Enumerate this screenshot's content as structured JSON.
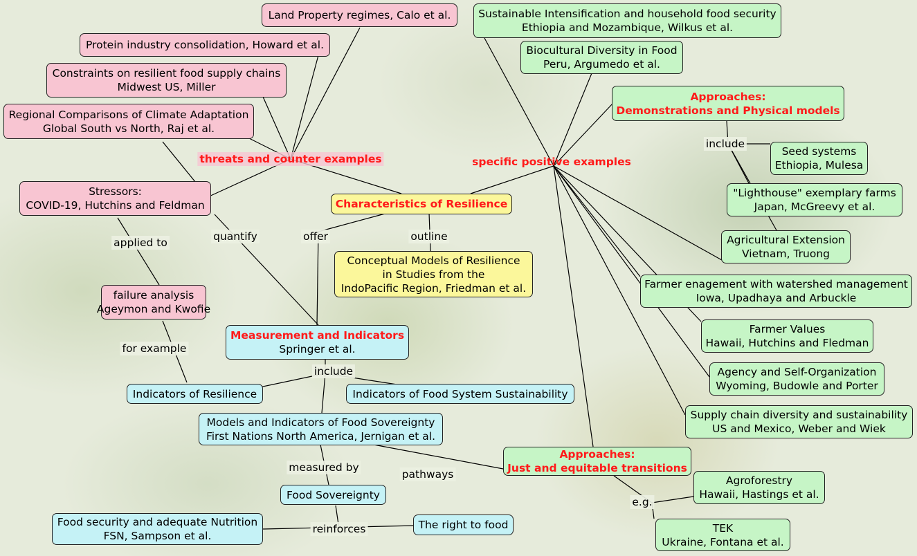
{
  "nodes": {
    "center": "Characteristics of Resilience",
    "land": "Land Property regimes, Calo et al.",
    "protein": "Protein industry consolidation, Howard et al.",
    "constraints": [
      "Constraints on resilient food supply chains",
      "Midwest US, Miller"
    ],
    "regional": [
      "Regional Comparisons of Climate Adaptation",
      "Global South vs North, Raj et al."
    ],
    "stressors": [
      "Stressors:",
      "COVID-19, Hutchins and Feldman"
    ],
    "failure": [
      "failure analysis",
      "Ageymon and Kwofie"
    ],
    "conceptual": [
      "Conceptual Models of Resilience",
      "in Studies from the",
      "IndoPacific Region, Friedman et al."
    ],
    "measurement": [
      "Measurement and Indicators",
      "Springer et al."
    ],
    "ind_res": "Indicators of Resilience",
    "ind_sus": "Indicators of Food System Sustainability",
    "models_fs": [
      "Models and Indicators of Food Sovereignty",
      "First Nations North America, Jernigan et al."
    ],
    "food_sov": "Food Sovereignty",
    "fsn": [
      "Food security and adequate Nutrition",
      "FSN, Sampson et al."
    ],
    "right_food": "The right to food",
    "sust_int": [
      "Sustainable Intensification and household food security",
      "Ethiopia and Mozambique, Wilkus et al."
    ],
    "biocult": [
      "Biocultural Diversity in Food",
      "Peru, Argumedo et al."
    ],
    "demos": [
      "Approaches:",
      "Demonstrations and Physical models"
    ],
    "seed": [
      "Seed systems",
      "Ethiopia, Mulesa"
    ],
    "lighthouse": [
      "\"Lighthouse\" exemplary farms",
      "Japan, McGreevy et al."
    ],
    "agext": [
      "Agricultural Extension",
      "Vietnam, Truong"
    ],
    "watershed": [
      "Farmer enagement with watershed management",
      "Iowa, Upadhaya and Arbuckle"
    ],
    "values": [
      "Farmer Values",
      "Hawaii, Hutchins and Fledman"
    ],
    "agency": [
      "Agency and Self-Organization",
      "Wyoming, Budowle and Porter"
    ],
    "supply": [
      "Supply chain diversity and sustainability",
      "US and Mexico, Weber and Wiek"
    ],
    "just": [
      "Approaches:",
      "Just and equitable transitions"
    ],
    "agroforestry": [
      "Agroforestry",
      "Hawaii, Hastings et al."
    ],
    "tek": [
      "TEK",
      "Ukraine, Fontana et al."
    ]
  },
  "labels": {
    "threats": "threats and counter examples",
    "positive": "specific positive examples",
    "offer": "offer",
    "outline": "outline",
    "quantify": "quantify",
    "applied_to": "applied to",
    "for_example": "for example",
    "include_meas": "include",
    "include_demo": "include",
    "measured_by": "measured by",
    "pathways": "pathways",
    "reinforces": "reinforces",
    "eg": "e.g."
  },
  "colors": {
    "threat_nodes": "#f8c5d2",
    "positive_nodes": "#c6f5c6",
    "measurement_nodes": "#c5f2f6",
    "center_nodes": "#fbf79b",
    "highlight_text": "#ff1a1a"
  }
}
